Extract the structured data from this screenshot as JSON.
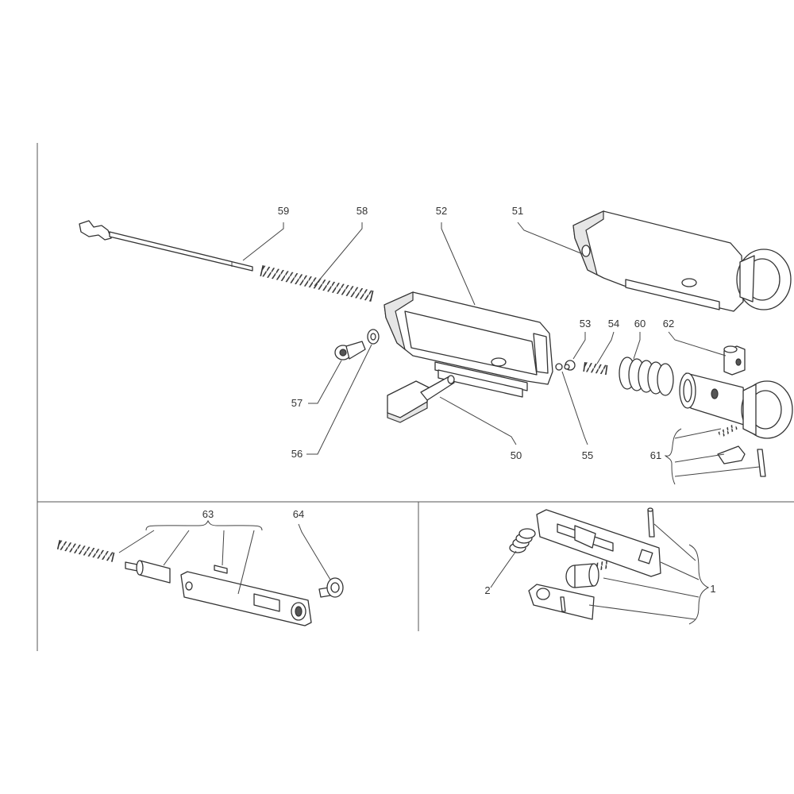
{
  "callouts": {
    "c59": "59",
    "c58": "58",
    "c52": "52",
    "c51": "51",
    "c53": "53",
    "c54": "54",
    "c60": "60",
    "c62": "62",
    "c57": "57",
    "c56": "56",
    "c50": "50",
    "c55": "55",
    "c61": "61",
    "c63": "63",
    "c64": "64",
    "c2": "2",
    "c1": "1"
  },
  "colors": {
    "line": "#333333",
    "frame": "#555555",
    "background": "#ffffff"
  }
}
